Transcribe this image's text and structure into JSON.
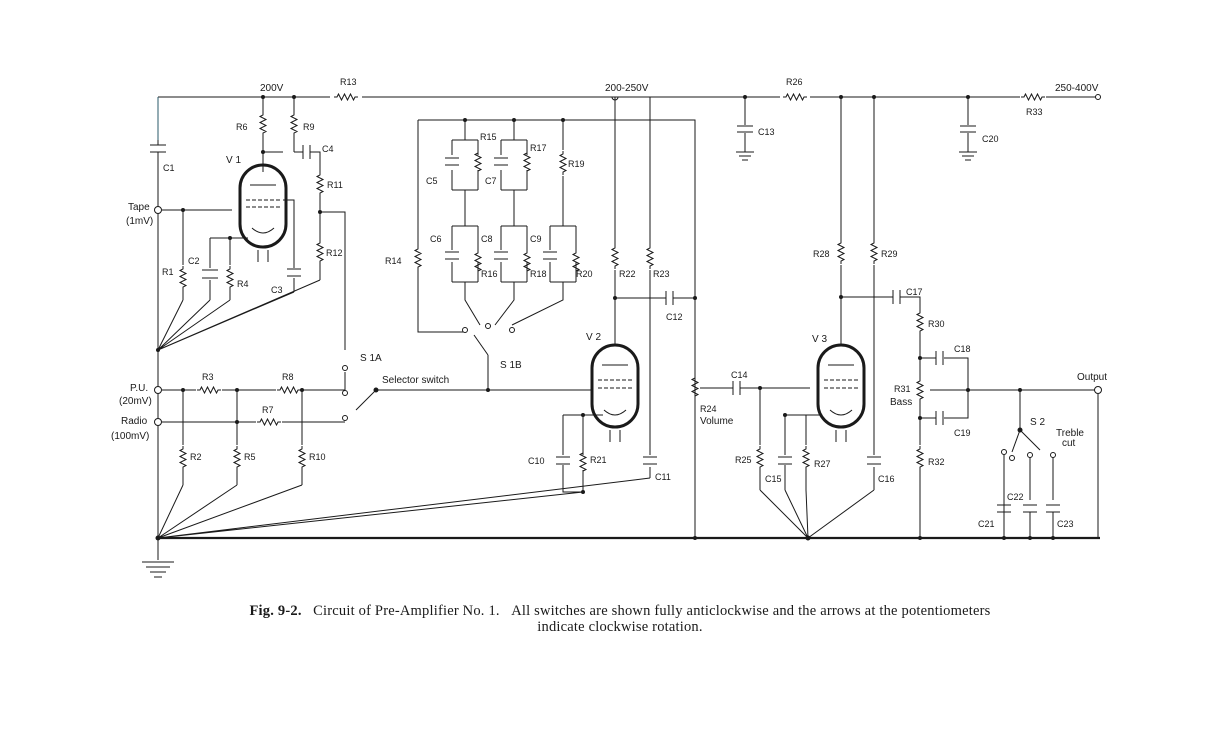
{
  "labels": {
    "v200": "200V",
    "v200_250": "200-250V",
    "v250_400": "250-400V",
    "tape": "Tape",
    "tape_level": "(1mV)",
    "pu": "P.U.",
    "pu_level": "(20mV)",
    "radio": "Radio",
    "radio_level": "(100mV)",
    "selector": "Selector switch",
    "volume": "Volume",
    "bass": "Bass",
    "treble_1": "Treble",
    "treble_2": "cut",
    "output": "Output",
    "v1": "V 1",
    "v2": "V 2",
    "v3": "V 3",
    "s1a": "S 1A",
    "s1b": "S 1B",
    "s2": "S 2",
    "r1": "R1",
    "r2": "R2",
    "r3": "R3",
    "r4": "R4",
    "r5": "R5",
    "r6": "R6",
    "r7": "R7",
    "r8": "R8",
    "r9": "R9",
    "r10": "R10",
    "r11": "R11",
    "r12": "R12",
    "r13": "R13",
    "r14": "R14",
    "r15": "R15",
    "r16": "R16",
    "r17": "R17",
    "r18": "R18",
    "r19": "R19",
    "r20": "R20",
    "r21": "R21",
    "r22": "R22",
    "r23": "R23",
    "r24": "R24",
    "r25": "R25",
    "r26": "R26",
    "r27": "R27",
    "r28": "R28",
    "r29": "R29",
    "r30": "R30",
    "r31": "R31",
    "r32": "R32",
    "r33": "R33",
    "c1": "C1",
    "c2": "C2",
    "c3": "C3",
    "c4": "C4",
    "c5": "C5",
    "c6": "C6",
    "c7": "C7",
    "c8": "C8",
    "c9": "C9",
    "c10": "C10",
    "c11": "C11",
    "c12": "C12",
    "c13": "C13",
    "c14": "C14",
    "c15": "C15",
    "c16": "C16",
    "c17": "C17",
    "c18": "C18",
    "c19": "C19",
    "c20": "C20",
    "c21": "C21",
    "c22": "C22",
    "c23": "C23"
  },
  "caption": {
    "fig": "Fig. 9-2.",
    "title": "Circuit of Pre-Amplifier No. 1.",
    "line1": "All switches are shown fully anticlockwise and the arrows at the potentiometers",
    "line2": "indicate clockwise rotation."
  }
}
